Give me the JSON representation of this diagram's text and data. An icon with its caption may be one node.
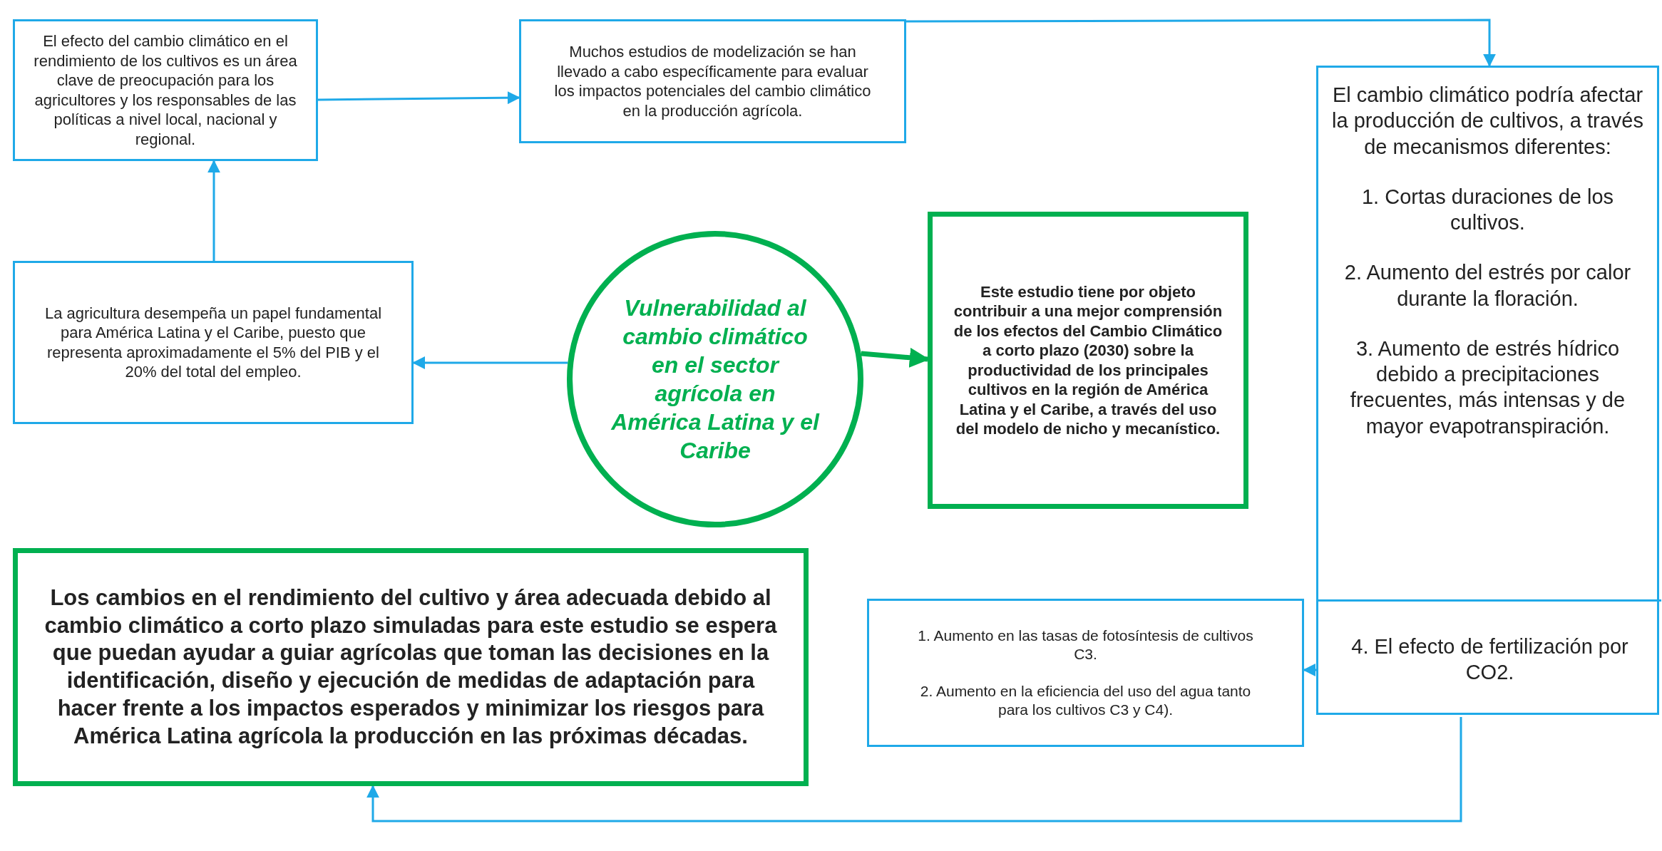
{
  "diagram": {
    "nodes": [
      {
        "text": [
          "El efecto del cambio climático en el rendimiento de los cultivos es un área clave de preocupación para los agricultores y los responsables de las políticas a nivel local, nacional y regional."
        ]
      },
      {
        "text": [
          "Muchos estudios de modelización se han llevado a cabo específicamente para evaluar los impactos potenciales del cambio climático en la producción agrícola."
        ]
      },
      {
        "text": [
          "El cambio climático podría afectar la producción de cultivos, a través de mecanismos diferentes:",
          "1. Cortas duraciones de los cultivos.",
          "2. Aumento del estrés por calor durante la floración.",
          "3. Aumento de estrés hídrico debido a precipitaciones frecuentes, más intensas y de mayor evapotranspiración."
        ]
      },
      {
        "text": [
          "4. El efecto de fertilización por CO2."
        ],
        "in": 2
      },
      {
        "text": [
          "La agricultura desempeña un papel fundamental para América Latina y el Caribe, puesto que representa aproximadamente el 5% del PIB y el 20% del total del empleo."
        ]
      },
      {
        "text": [
          "Vulnerabilidad al cambio climático en el sector agrícola en América Latina y el Caribe"
        ]
      },
      {
        "text": [
          "Este estudio tiene por objeto contribuir a una mejor comprensión de los efectos del Cambio Climático a corto plazo (2030) sobre la productividad de los principales cultivos en la región de América Latina y el Caribe, a través del uso del modelo de nicho y mecanístico."
        ]
      },
      {
        "text": [
          "Los cambios en el rendimiento del cultivo y área adecuada debido al cambio climático a corto plazo simuladas para este estudio se espera que puedan ayudar a guiar agrícolas que toman las decisiones en la identificación, diseño y ejecución de medidas de adaptación para hacer frente a los impactos esperados y minimizar los riesgos para América Latina agrícola la producción en las próximas décadas."
        ]
      },
      {
        "text": [
          "1.   Aumento en las tasas de fotosíntesis de cultivos C3.",
          "2. Aumento en la eficiencia del uso del agua tanto para los cultivos C3 y C4)."
        ]
      }
    ],
    "edges": [
      {
        "from": 4,
        "to": 0,
        "arrow": "to"
      },
      {
        "from": 0,
        "to": 1,
        "arrow": "to"
      },
      {
        "from": 1,
        "to": 2,
        "arrow": "to"
      },
      {
        "from": 5,
        "to": 4,
        "arrow": "to"
      },
      {
        "from": 5,
        "to": 6,
        "arrow": "to",
        "style": "thick",
        "color": "#00b050"
      },
      {
        "from": 3,
        "to": 8,
        "arrow": "to"
      },
      {
        "from": 3,
        "to": 7,
        "arrow": "to"
      }
    ]
  }
}
